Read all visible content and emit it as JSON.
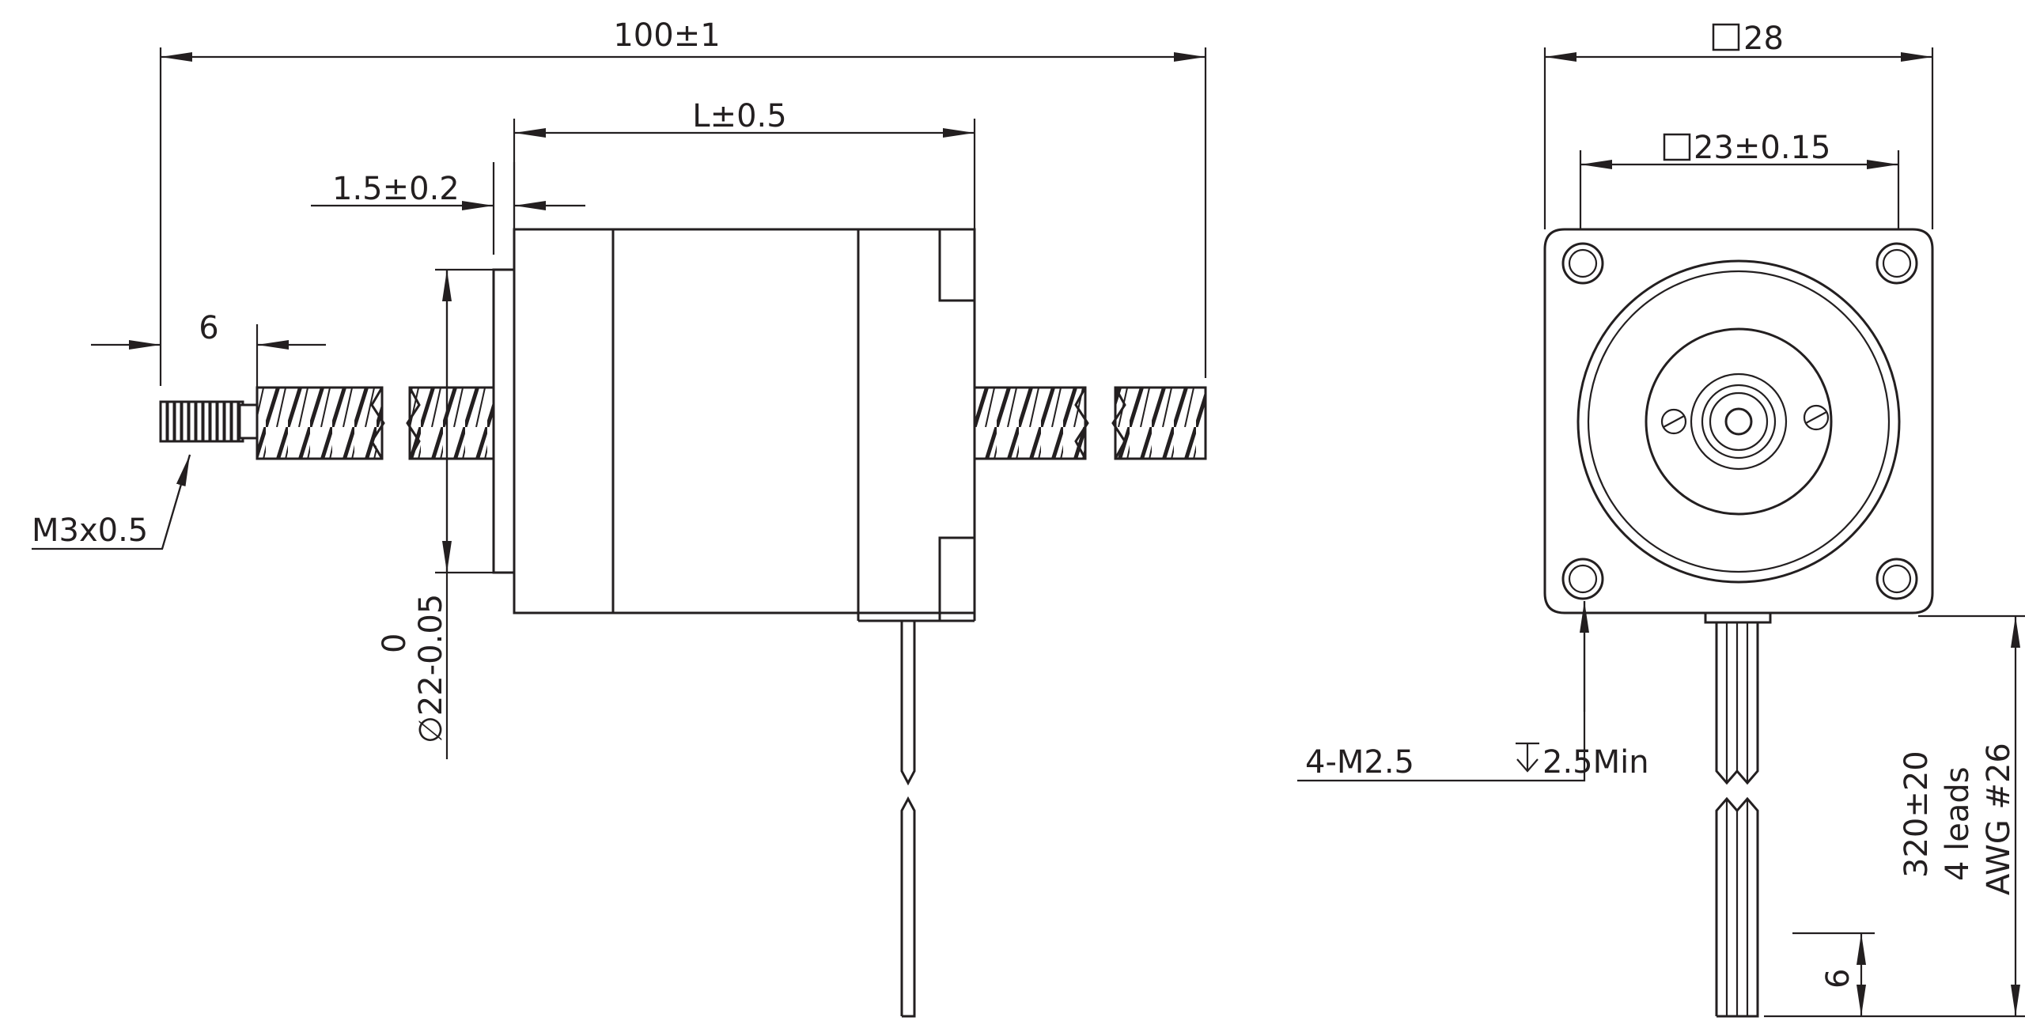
{
  "drawing": {
    "side_view": {
      "overall_length": "100±1",
      "body_length": "L±0.5",
      "pilot_height": "1.5±0.2",
      "thread_length": "6",
      "thread_spec": "M3x0.5",
      "pilot_diameter": "∅22-0.05",
      "pilot_tolerance_upper": "0"
    },
    "front_view": {
      "frame_size": "28",
      "hole_spacing": "23±0.15",
      "mount_holes": "4-M2.5",
      "mount_depth": "2.5Min",
      "lead_length": "320±20",
      "lead_count": "4 leads",
      "lead_gauge": "AWG #26",
      "strip_length": "6"
    }
  }
}
